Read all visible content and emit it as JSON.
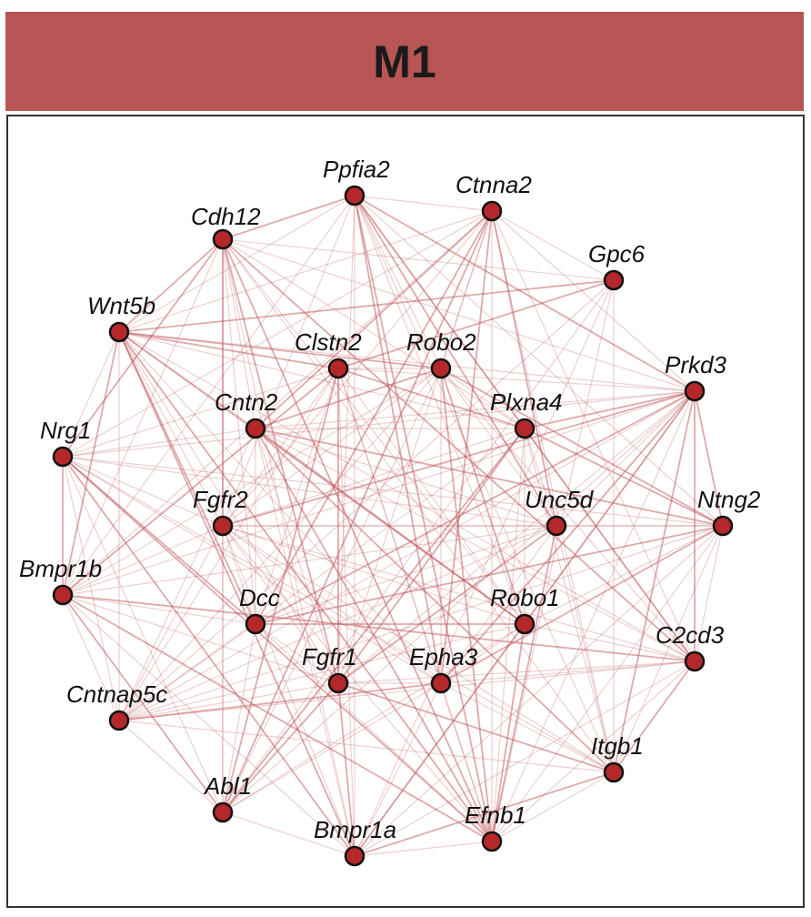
{
  "module": {
    "title": "M1"
  },
  "colors": {
    "header": "#b85555",
    "node": "#b5282a",
    "edge": "#c0555a"
  },
  "nodes": [
    "Ppfia2",
    "Ctnna2",
    "Cdh12",
    "Gpc6",
    "Wnt5b",
    "Clstn2",
    "Robo2",
    "Prkd3",
    "Cntn2",
    "Plxna4",
    "Nrg1",
    "Fgfr2",
    "Unc5d",
    "Ntng2",
    "Bmpr1b",
    "Dcc",
    "Robo1",
    "C2cd3",
    "Fgfr1",
    "Epha3",
    "Cntnap5c",
    "Itgb1",
    "Abl1",
    "Bmpr1a",
    "Efnb1"
  ]
}
